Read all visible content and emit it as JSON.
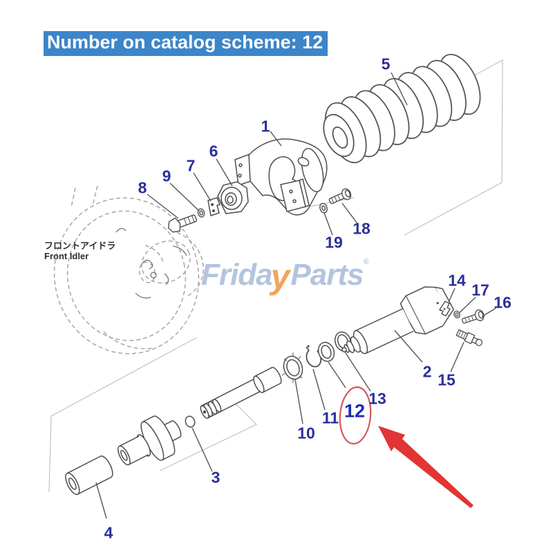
{
  "title": "Number on catalog scheme: 12",
  "logo": {
    "part1": "Frida",
    "accent": "y",
    "part2": "Parts",
    "mark": "®"
  },
  "idler_caption": {
    "japanese": "フロントアイドラ",
    "english": "Front Idler"
  },
  "highlight": {
    "circled_number": "12",
    "circle_color": "#d2595a",
    "arrow_color": "#e23434"
  },
  "colors": {
    "title_bg": "#3c85c9",
    "title_text": "#ffffff",
    "label_text": "#2a2f9c",
    "line_art": "#4d4d4d",
    "logo_blue": "#b3c4de",
    "logo_orange": "#f1a55e"
  },
  "part_labels": [
    {
      "id": "1",
      "text": "1"
    },
    {
      "id": "2",
      "text": "2"
    },
    {
      "id": "3",
      "text": "3"
    },
    {
      "id": "4",
      "text": "4"
    },
    {
      "id": "5",
      "text": "5"
    },
    {
      "id": "6",
      "text": "6"
    },
    {
      "id": "7",
      "text": "7"
    },
    {
      "id": "8",
      "text": "8"
    },
    {
      "id": "9",
      "text": "9"
    },
    {
      "id": "10",
      "text": "10"
    },
    {
      "id": "11",
      "text": "11"
    },
    {
      "id": "12",
      "text": "12"
    },
    {
      "id": "13",
      "text": "13"
    },
    {
      "id": "14",
      "text": "14"
    },
    {
      "id": "15",
      "text": "15"
    },
    {
      "id": "16",
      "text": "16"
    },
    {
      "id": "17",
      "text": "17"
    },
    {
      "id": "18",
      "text": "18"
    },
    {
      "id": "19",
      "text": "19"
    }
  ]
}
